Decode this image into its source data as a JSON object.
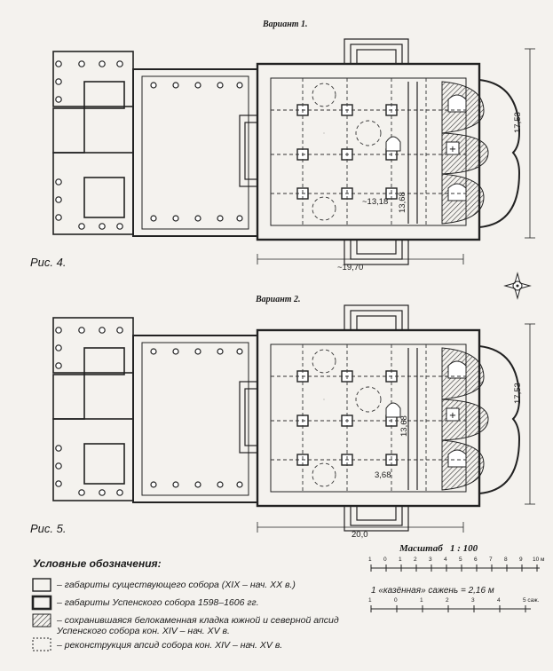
{
  "variant1_title": "Вариант 1.",
  "variant2_title": "Вариант 2.",
  "fig4_label": "Рис. 4.",
  "fig5_label": "Рис. 5.",
  "dimensions": {
    "v1_width": "17,53",
    "v1_length": "~19,70",
    "v1_inner": "~13,18",
    "v1_inner2": "13,68",
    "v2_width": "17,53",
    "v2_length": "20,0",
    "v2_inner": "13,68",
    "v2_inner2": "3,68"
  },
  "scale": {
    "title": "Масштаб   1 : 100",
    "ticks_m": [
      "1",
      "0",
      "1",
      "2",
      "3",
      "4",
      "5",
      "6",
      "7",
      "8",
      "9",
      "10 м"
    ],
    "note": "1 «казённая» сажень = 2,16 м",
    "ticks_sazh": [
      "1",
      "0",
      "1",
      "2",
      "3",
      "4",
      "5 саж."
    ]
  },
  "legend": {
    "title": "Условные обозначения:",
    "items": [
      "– габариты существующего собора (XIX – нач. XX в.)",
      "– габариты Успенского собора 1598–1606 гг.",
      "– сохранившаяся белокаменная кладка южной и северной апсид Успенского собора кон. XIV – нач. XV в.",
      "– реконструкция апсид собора кон. XIV – нач. XV в."
    ]
  },
  "compass_icon": "compass-rose-icon"
}
